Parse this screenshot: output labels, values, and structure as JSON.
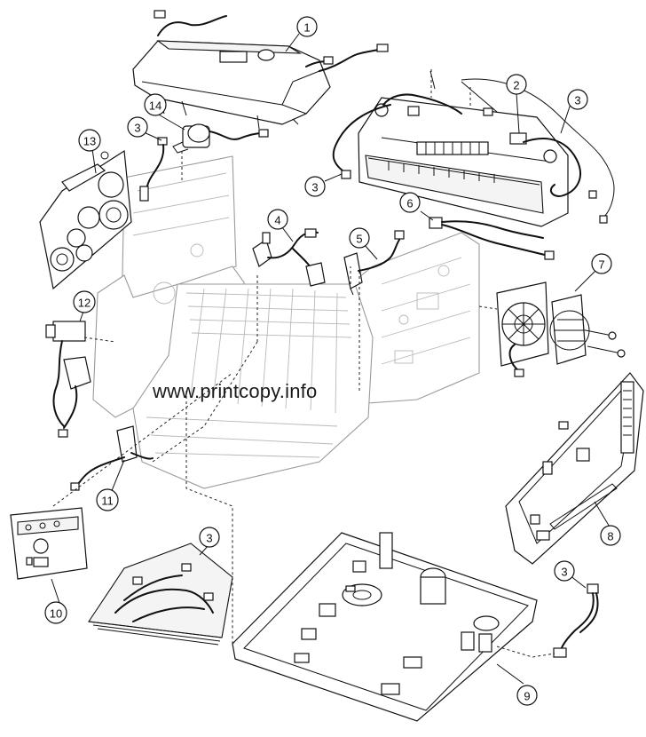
{
  "watermark": "www.printcopy.info",
  "callouts": [
    {
      "id": "c1",
      "label": "1"
    },
    {
      "id": "c2",
      "label": "2"
    },
    {
      "id": "c3a",
      "label": "3"
    },
    {
      "id": "c3b",
      "label": "3"
    },
    {
      "id": "c3c",
      "label": "3"
    },
    {
      "id": "c3d",
      "label": "3"
    },
    {
      "id": "c3e",
      "label": "3"
    },
    {
      "id": "c4",
      "label": "4"
    },
    {
      "id": "c5",
      "label": "5"
    },
    {
      "id": "c6",
      "label": "6"
    },
    {
      "id": "c7",
      "label": "7"
    },
    {
      "id": "c8",
      "label": "8"
    },
    {
      "id": "c9",
      "label": "9"
    },
    {
      "id": "c10",
      "label": "10"
    },
    {
      "id": "c11",
      "label": "11"
    },
    {
      "id": "c12",
      "label": "12"
    },
    {
      "id": "c13",
      "label": "13"
    },
    {
      "id": "c14",
      "label": "14"
    }
  ]
}
